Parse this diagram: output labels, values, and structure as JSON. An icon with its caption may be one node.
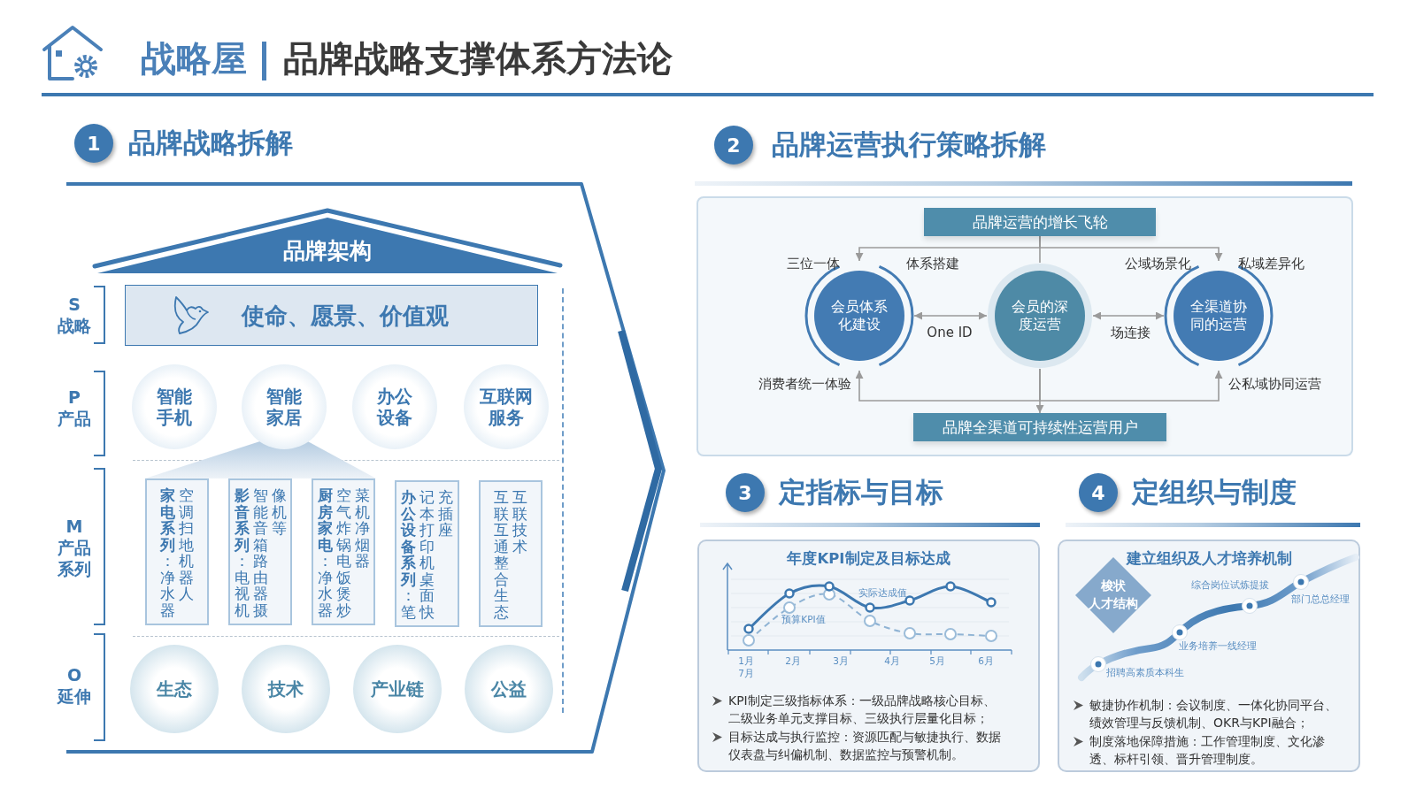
{
  "diagram": {
    "title": "战略屋",
    "nodes": [
      {
        "text": [
          "1"
        ],
        "beside": [
          "品牌战略拆解"
        ]
      },
      {
        "text": [
          "品牌架构"
        ]
      },
      {
        "text": [
          "使命、愿景、价值观"
        ]
      },
      {
        "text": [
          "智能手机"
        ]
      },
      {
        "text": [
          "智能家居"
        ]
      },
      {
        "text": [
          "办公设备"
        ]
      },
      {
        "text": [
          "互联网服务"
        ]
      },
      {
        "text": [
          "**家电系列**：净水器空调扫地机器人"
        ]
      },
      {
        "text": [
          "**影音系列**：电视机智能音箱路由器摄像机等"
        ]
      },
      {
        "text": [
          "**厨房家电**：净水器空气炸锅电饭煲炒菜机净烟器"
        ]
      },
      {
        "text": [
          "**办公设备系列**：笔记本打印机桌面快充插座"
        ]
      },
      {
        "text": [
          "互联互通整合生态互联技术"
        ]
      },
      {
        "text": [
          "生态"
        ]
      },
      {
        "text": [
          "技术"
        ]
      },
      {
        "text": [
          "产业链"
        ]
      },
      {
        "text": [
          "公益"
        ]
      },
      {
        "text": [
          "2"
        ],
        "beside": [
          "品牌运营执行策略拆解"
        ]
      },
      {
        "text": [
          "品牌运营的增长飞轮"
        ]
      },
      {
        "text": [
          "会员体系化建设"
        ],
        "beside": [
          "三位一体",
          "体系搭建",
          "消费者统一体验"
        ]
      },
      {
        "text": [
          "会员的深度运营"
        ]
      },
      {
        "text": [
          "全渠道协同的运营"
        ],
        "beside": [
          "公域场景化",
          "私域差异化",
          "公私域协同运营"
        ]
      },
      {
        "text": [
          "品牌全渠道可持续性运营用户"
        ]
      },
      {
        "text": [
          "3"
        ],
        "beside": [
          "定指标与目标"
        ]
      },
      {
        "text": [
          "4"
        ],
        "beside": [
          "定组织与制度"
        ]
      },
      {
        "text": [
          "年度KPI制定及目标达成",
          "KPI制定三级指标体系：一级品牌战略核心目标、二级业务单元支撑目标、三级执行层量化目标；",
          "目标达成与执行监控：资源匹配与敏捷执行、数据仪表盘与纠偏机制、数据监控与预警机制。"
        ]
      },
      {
        "text": [
          "建立组织及人才培养机制",
          "敏捷协作机制：会议制度、一体化协同平台、绩效管理与反馈机制、OKR与KPI融合；",
          "制度落地保障措施：工作管理制度、文化渗透、标杆引领、晋升管理制度。"
        ]
      },
      {
        "text": [
          "梭状人才结构"
        ],
        "in": 25
      }
    ],
    "edges": [
      {
        "from": 17,
        "to": 18,
        "arrow": "to"
      },
      {
        "from": 17,
        "to": 20,
        "arrow": "to"
      },
      {
        "from": 17,
        "to": 19,
        "arrow": "none"
      },
      {
        "from": 18,
        "to": 19,
        "arrow": "both",
        "label": "One ID"
      },
      {
        "from": 19,
        "to": 20,
        "arrow": "both",
        "label": "场连接"
      },
      {
        "from": 19,
        "to": 21,
        "arrow": "to"
      },
      {
        "from": 19,
        "to": 18,
        "arrow": "to"
      },
      {
        "from": 19,
        "to": 20,
        "arrow": "to"
      }
    ],
    "labels": [
      "品牌战略支撑体系方法论",
      "S 战略",
      "P 产品",
      "M 产品系列",
      "O 延伸",
      "实际达成值",
      "预算KPI值",
      "1月",
      "2月",
      "3月",
      "4月",
      "5月",
      "6月",
      "7月",
      "综合岗位试炼提拔",
      "部门总总经理",
      "业务培养一线经理",
      "招聘高素质本科生"
    ]
  }
}
